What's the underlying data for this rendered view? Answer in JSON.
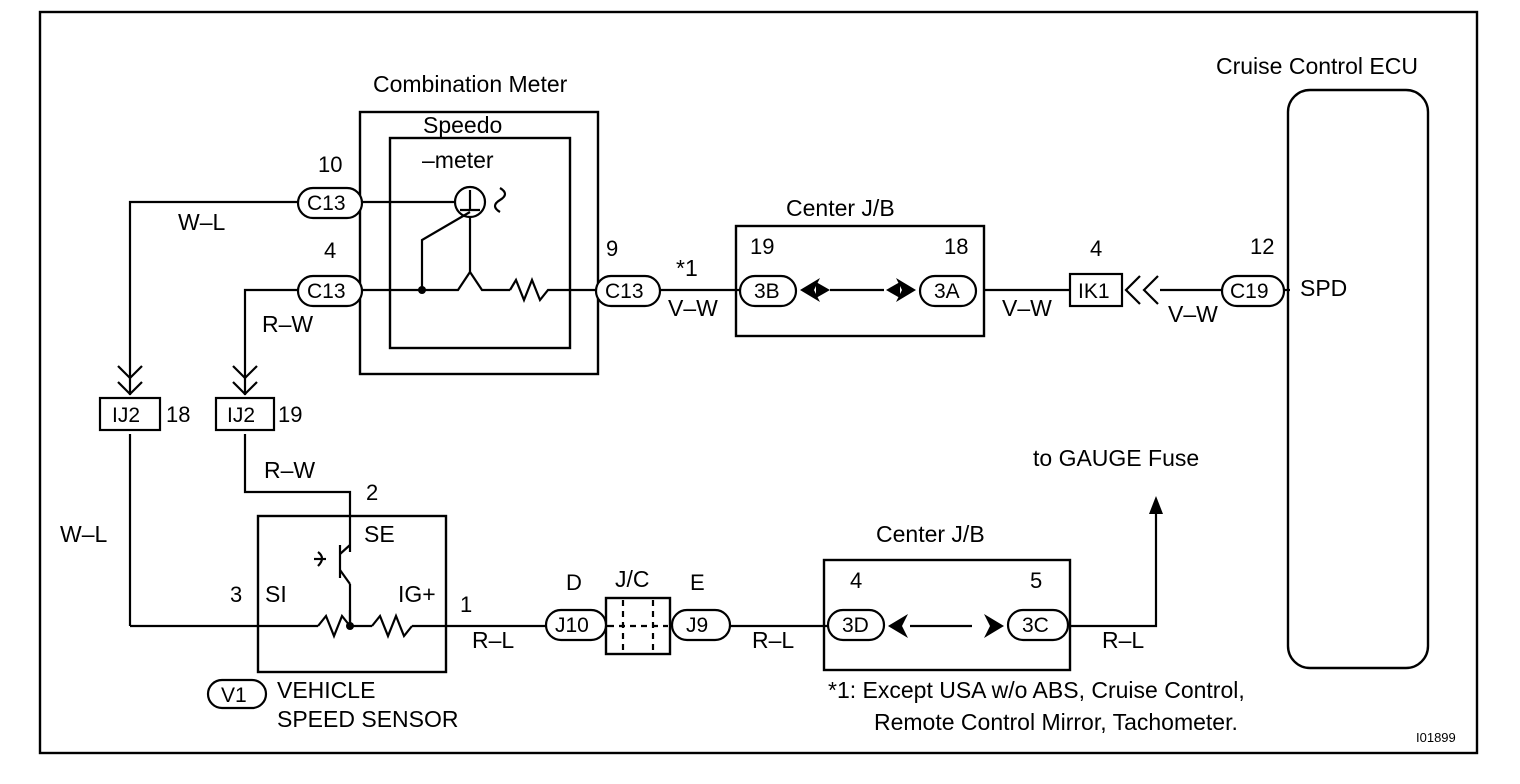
{
  "components": {
    "combination_meter": "Combination Meter",
    "speedometer_line1": "Speedo",
    "speedometer_line2": "–meter",
    "center_jb_top": "Center J/B",
    "center_jb_bottom": "Center J/B",
    "cruise_ecu": "Cruise Control ECU",
    "vss_line1": "VEHICLE",
    "vss_line2": "SPEED SENSOR",
    "junction_connector": "J/C",
    "gauge_fuse": "to GAUGE Fuse"
  },
  "connectors": {
    "c13_a": "C13",
    "c13_b": "C13",
    "c13_c": "C13",
    "jb_3b": "3B",
    "jb_3a": "3A",
    "ik1": "IK1",
    "c19": "C19",
    "ij2_a": "IJ2",
    "ij2_b": "IJ2",
    "v1": "V1",
    "j10": "J10",
    "j9": "J9",
    "jb_3d": "3D",
    "jb_3c": "3C"
  },
  "pins": {
    "p10": "10",
    "p4a": "4",
    "p9": "9",
    "p19": "19",
    "p18": "18",
    "p4b": "4",
    "p12": "12",
    "ij2_18": "18",
    "ij2_19": "19",
    "vss_2": "2",
    "vss_3": "3",
    "vss_1": "1",
    "jc_d": "D",
    "jc_e": "E",
    "jb_4": "4",
    "jb_5": "5"
  },
  "terminals": {
    "spd": "SPD",
    "se": "SE",
    "si": "SI",
    "ig": "IG+"
  },
  "wires": {
    "wl_top": "W–L",
    "rw_top": "R–W",
    "vw_1": "V–W",
    "vw_2": "V–W",
    "vw_3": "V–W",
    "rw_mid": "R–W",
    "wl_left": "W–L",
    "rl_1": "R–L",
    "rl_2": "R–L",
    "rl_3": "R–L"
  },
  "notes": {
    "star1_mark": "*1",
    "footnote_line1": "*1: Except USA w/o ABS, Cruise Control,",
    "footnote_line2": "Remote Control Mirror, Tachometer.",
    "figure_id": "I01899"
  }
}
